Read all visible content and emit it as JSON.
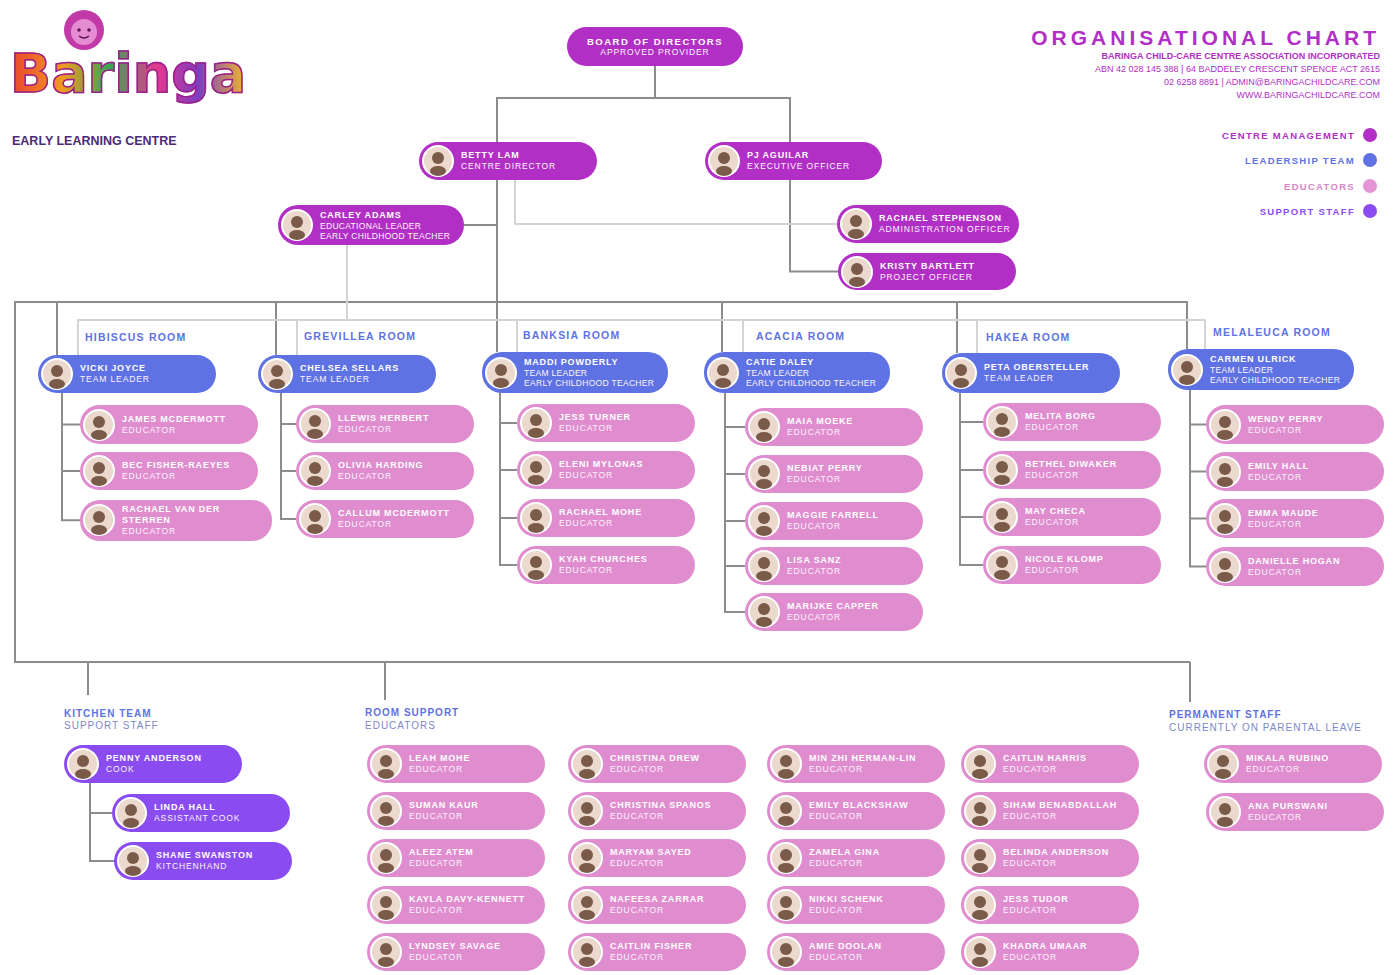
{
  "diagram": {
    "title": "ORGANISATIONAL CHART",
    "nodes": [
      {
        "text": [
          "BOARD OF DIRECTORS",
          "APPROVED PROVIDER"
        ]
      },
      {
        "text": [
          "BETTY LAM",
          "CENTRE DIRECTOR"
        ]
      },
      {
        "text": [
          "PJ AGUILAR",
          "EXECUTIVE OFFICER"
        ]
      },
      {
        "text": [
          "CARLEY ADAMS",
          "EDUCATIONAL LEADER",
          "EARLY CHILDHOOD TEACHER"
        ]
      },
      {
        "text": [
          "RACHAEL STEPHENSON",
          "ADMINISTRATION OFFICER"
        ]
      },
      {
        "text": [
          "KRISTY BARTLETT",
          "PROJECT OFFICER"
        ]
      },
      {
        "text": [
          "VICKI JOYCE",
          "TEAM LEADER"
        ]
      },
      {
        "text": [
          "JAMES MCDERMOTT",
          "EDUCATOR"
        ]
      },
      {
        "text": [
          "BEC FISHER-RAEYES",
          "EDUCATOR"
        ]
      },
      {
        "text": [
          "RACHAEL VAN DER STERREN",
          "EDUCATOR"
        ]
      },
      {
        "text": [
          "CHELSEA SELLARS",
          "TEAM LEADER"
        ]
      },
      {
        "text": [
          "LLEWIS HERBERT",
          "EDUCATOR"
        ]
      },
      {
        "text": [
          "OLIVIA HARDING",
          "EDUCATOR"
        ]
      },
      {
        "text": [
          "CALLUM MCDERMOTT",
          "EDUCATOR"
        ]
      },
      {
        "text": [
          "MADDI POWDERLY",
          "TEAM LEADER",
          "EARLY CHILDHOOD TEACHER"
        ]
      },
      {
        "text": [
          "JESS TURNER",
          "EDUCATOR"
        ]
      },
      {
        "text": [
          "ELENI MYLONAS",
          "EDUCATOR"
        ]
      },
      {
        "text": [
          "RACHAEL MOHE",
          "EDUCATOR"
        ]
      },
      {
        "text": [
          "KYAH CHURCHES",
          "EDUCATOR"
        ]
      },
      {
        "text": [
          "CATIE DALEY",
          "TEAM LEADER",
          "EARLY CHILDHOOD TEACHER"
        ]
      },
      {
        "text": [
          "MAIA MOEKE",
          "EDUCATOR"
        ]
      },
      {
        "text": [
          "NEBIAT PERRY",
          "EDUCATOR"
        ]
      },
      {
        "text": [
          "MAGGIE FARRELL",
          "EDUCATOR"
        ]
      },
      {
        "text": [
          "LISA SANZ",
          "EDUCATOR"
        ]
      },
      {
        "text": [
          "MARIJKE CAPPER",
          "EDUCATOR"
        ]
      },
      {
        "text": [
          "PETA OBERSTELLER",
          "TEAM LEADER"
        ]
      },
      {
        "text": [
          "MELITA BORG",
          "EDUCATOR"
        ]
      },
      {
        "text": [
          "BETHEL DIWAKER",
          "EDUCATOR"
        ]
      },
      {
        "text": [
          "MAY CHECA",
          "EDUCATOR"
        ]
      },
      {
        "text": [
          "NICOLE KLOMP",
          "EDUCATOR"
        ]
      },
      {
        "text": [
          "CARMEN ULRICK",
          "TEAM LEADER",
          "EARLY CHILDHOOD TEACHER"
        ]
      },
      {
        "text": [
          "WENDY PERRY",
          "EDUCATOR"
        ]
      },
      {
        "text": [
          "EMILY HALL",
          "EDUCATOR"
        ]
      },
      {
        "text": [
          "EMMA MAUDE",
          "EDUCATOR"
        ]
      },
      {
        "text": [
          "DANIELLE HOGAN",
          "EDUCATOR"
        ]
      },
      {
        "text": [
          "PENNY ANDERSON",
          "COOK"
        ]
      },
      {
        "text": [
          "LINDA HALL",
          "ASSISTANT COOK"
        ]
      },
      {
        "text": [
          "SHANE SWANSTON",
          "KITCHENHAND"
        ]
      },
      {
        "text": [
          "LEAH MOHE",
          "EDUCATOR"
        ]
      },
      {
        "text": [
          "CHRISTINA DREW",
          "EDUCATOR"
        ]
      },
      {
        "text": [
          "MIN ZHI HERMAN-LIN",
          "EDUCATOR"
        ]
      },
      {
        "text": [
          "CAITLIN HARRIS",
          "EDUCATOR"
        ]
      },
      {
        "text": [
          "SUMAN KAUR",
          "EDUCATOR"
        ]
      },
      {
        "text": [
          "CHRISTINA SPANOS",
          "EDUCATOR"
        ]
      },
      {
        "text": [
          "EMILY BLACKSHAW",
          "EDUCATOR"
        ]
      },
      {
        "text": [
          "SIHAM BENABDALLAH",
          "EDUCATOR"
        ]
      },
      {
        "text": [
          "ALEEZ ATEM",
          "EDUCATOR"
        ]
      },
      {
        "text": [
          "MARYAM SAYED",
          "EDUCATOR"
        ]
      },
      {
        "text": [
          "ZAMELA GINA",
          "EDUCATOR"
        ]
      },
      {
        "text": [
          "BELINDA ANDERSON",
          "EDUCATOR"
        ]
      },
      {
        "text": [
          "KAYLA DAVY-KENNETT",
          "EDUCATOR"
        ]
      },
      {
        "text": [
          "NAFEESA ZARRAR",
          "EDUCATOR"
        ]
      },
      {
        "text": [
          "NIKKI SCHENK",
          "EDUCATOR"
        ]
      },
      {
        "text": [
          "JESS TUDOR",
          "EDUCATOR"
        ]
      },
      {
        "text": [
          "LYNDSEY SAVAGE",
          "EDUCATOR"
        ]
      },
      {
        "text": [
          "CAITLIN FISHER",
          "EDUCATOR"
        ]
      },
      {
        "text": [
          "AMIE DOOLAN",
          "EDUCATOR"
        ]
      },
      {
        "text": [
          "KHADRA UMAAR",
          "EDUCATOR"
        ]
      },
      {
        "text": [
          "MIKALA RUBINO",
          "EDUCATOR"
        ]
      },
      {
        "text": [
          "ANA PURSWANI",
          "EDUCATOR"
        ]
      }
    ],
    "edges": [
      {
        "from": 0,
        "to": 1,
        "arrow": "none"
      },
      {
        "from": 0,
        "to": 2,
        "arrow": "none"
      },
      {
        "from": 1,
        "to": 3,
        "arrow": "none"
      },
      {
        "from": 2,
        "to": 4,
        "arrow": "none"
      },
      {
        "from": 2,
        "to": 5,
        "arrow": "none"
      },
      {
        "from": 1,
        "to": 4,
        "arrow": "none"
      },
      {
        "from": 1,
        "to": 6,
        "arrow": "none"
      },
      {
        "from": 1,
        "to": 10,
        "arrow": "none"
      },
      {
        "from": 1,
        "to": 14,
        "arrow": "none"
      },
      {
        "from": 1,
        "to": 19,
        "arrow": "none"
      },
      {
        "from": 1,
        "to": 25,
        "arrow": "none"
      },
      {
        "from": 1,
        "to": 30,
        "arrow": "none"
      },
      {
        "from": 3,
        "to": 6,
        "arrow": "none"
      },
      {
        "from": 3,
        "to": 10,
        "arrow": "none"
      },
      {
        "from": 3,
        "to": 14,
        "arrow": "none"
      },
      {
        "from": 3,
        "to": 19,
        "arrow": "none"
      },
      {
        "from": 3,
        "to": 25,
        "arrow": "none"
      },
      {
        "from": 3,
        "to": 30,
        "arrow": "none"
      },
      {
        "from": 6,
        "to": 7,
        "arrow": "none"
      },
      {
        "from": 6,
        "to": 8,
        "arrow": "none"
      },
      {
        "from": 6,
        "to": 9,
        "arrow": "none"
      },
      {
        "from": 10,
        "to": 11,
        "arrow": "none"
      },
      {
        "from": 10,
        "to": 12,
        "arrow": "none"
      },
      {
        "from": 10,
        "to": 13,
        "arrow": "none"
      },
      {
        "from": 14,
        "to": 15,
        "arrow": "none"
      },
      {
        "from": 14,
        "to": 16,
        "arrow": "none"
      },
      {
        "from": 14,
        "to": 17,
        "arrow": "none"
      },
      {
        "from": 14,
        "to": 18,
        "arrow": "none"
      },
      {
        "from": 19,
        "to": 20,
        "arrow": "none"
      },
      {
        "from": 19,
        "to": 21,
        "arrow": "none"
      },
      {
        "from": 19,
        "to": 22,
        "arrow": "none"
      },
      {
        "from": 19,
        "to": 23,
        "arrow": "none"
      },
      {
        "from": 19,
        "to": 24,
        "arrow": "none"
      },
      {
        "from": 25,
        "to": 26,
        "arrow": "none"
      },
      {
        "from": 25,
        "to": 27,
        "arrow": "none"
      },
      {
        "from": 25,
        "to": 28,
        "arrow": "none"
      },
      {
        "from": 25,
        "to": 29,
        "arrow": "none"
      },
      {
        "from": 30,
        "to": 31,
        "arrow": "none"
      },
      {
        "from": 30,
        "to": 32,
        "arrow": "none"
      },
      {
        "from": 30,
        "to": 33,
        "arrow": "none"
      },
      {
        "from": 30,
        "to": 34,
        "arrow": "none"
      },
      {
        "from": 35,
        "to": 36,
        "arrow": "none"
      },
      {
        "from": 35,
        "to": 37,
        "arrow": "none"
      }
    ],
    "labels": [
      "Baringa",
      "EARLY LEARNING CENTRE",
      "BARINGA CHILD-CARE CENTRE ASSOCIATION INCORPORATED",
      "ABN 42 028 145 388 | 64 BADDELEY CRESCENT SPENCE ACT 2615",
      "02 6258 8891 | ADMIN@BARINGACHILDCARE.COM",
      "WWW.BARINGACHILDCARE.COM",
      "HIBISCUS ROOM",
      "GREVILLEA ROOM",
      "BANKSIA ROOM",
      "ACACIA ROOM",
      "HAKEA ROOM",
      "MELALEUCA ROOM",
      "KITCHEN TEAM",
      "SUPPORT STAFF",
      "ROOM SUPPORT",
      "EDUCATORS",
      "PERMANENT STAFF",
      "CURRENTLY ON PARENTAL LEAVE"
    ],
    "legend": [
      {
        "text": "CENTRE MANAGEMENT",
        "color": "#b22fc6"
      },
      {
        "text": "LEADERSHIP TEAM",
        "color": "#5f72e3"
      },
      {
        "text": "EDUCATORS",
        "color": "#e596d6"
      },
      {
        "text": "SUPPORT STAFF",
        "color": "#8a4cf0"
      }
    ]
  }
}
